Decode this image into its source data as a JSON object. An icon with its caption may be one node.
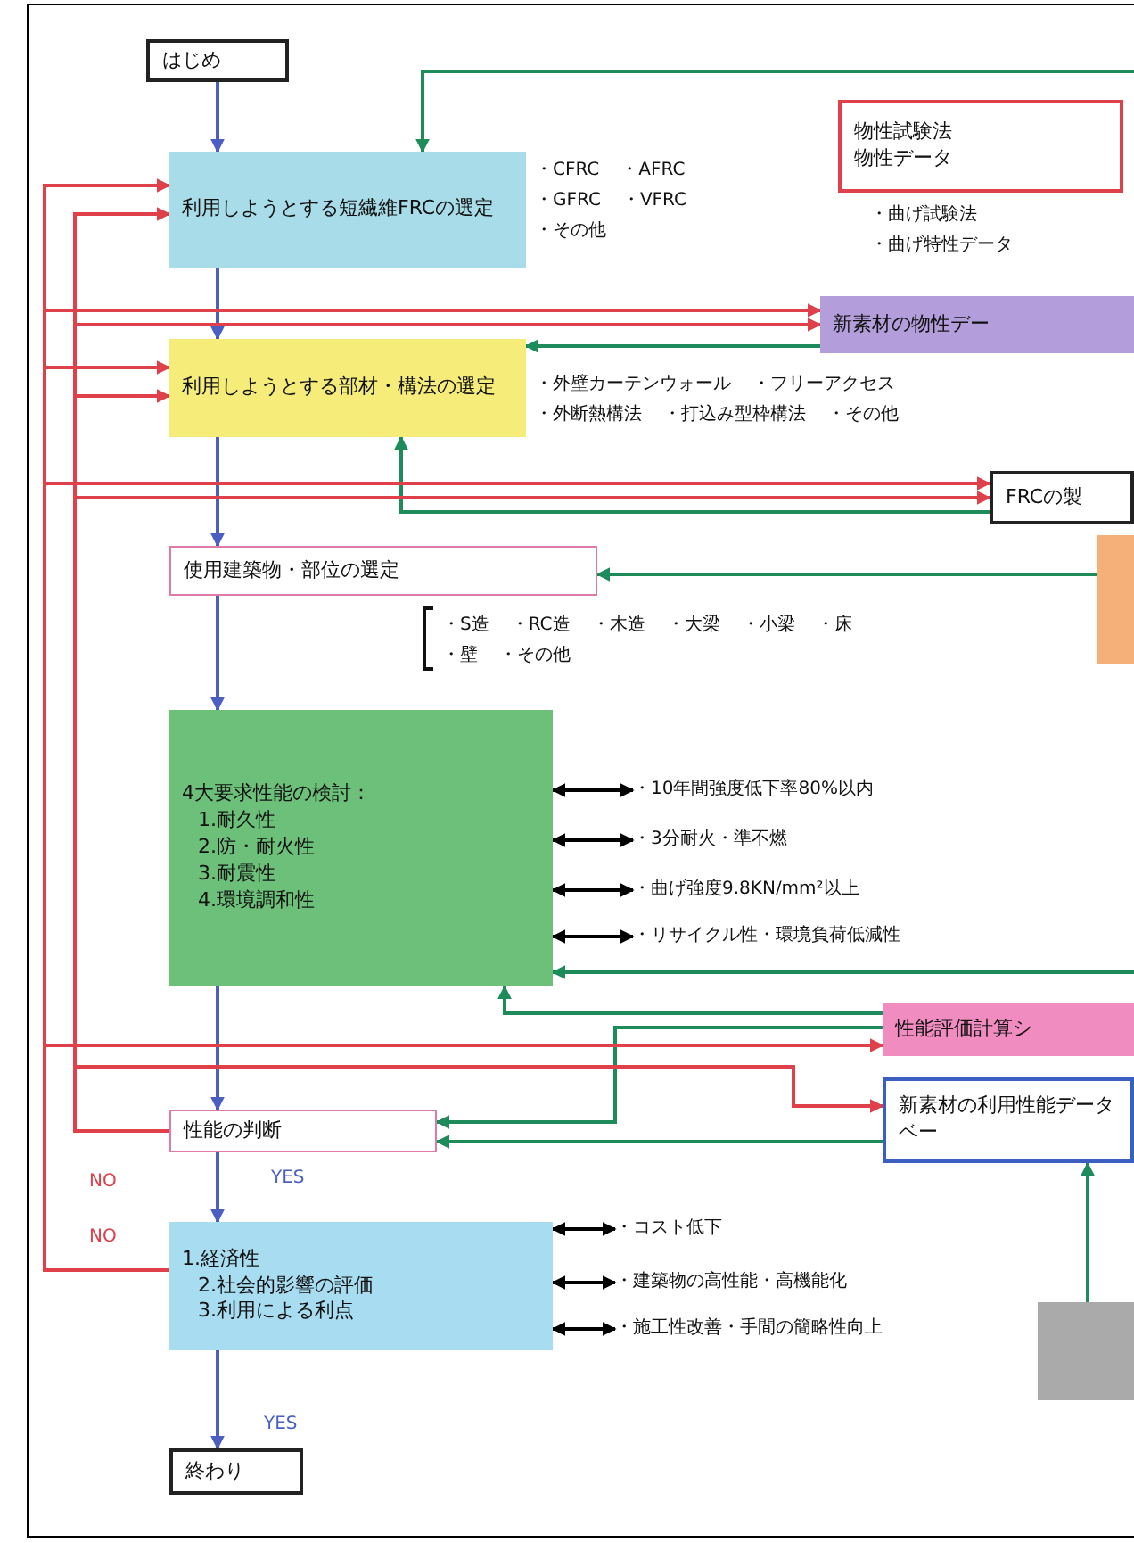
{
  "diagram": {
    "nodes": [
      {
        "text": [
          "はじめ"
        ]
      },
      {
        "text": [
          "利用しようとする短繊維FRCの選定"
        ],
        "beside": [
          "・CFRC",
          "・AFRC",
          "・GFRC",
          "・VFRC",
          "・その他"
        ]
      },
      {
        "text": [
          "物性試験法",
          "物性データ"
        ],
        "beside": [
          "・曲げ試験法",
          "・曲げ特性データ"
        ]
      },
      {
        "text": [
          "新素材の物性デー"
        ]
      },
      {
        "text": [
          "利用しようとする部材・構法の選定"
        ],
        "beside": [
          "・外壁カーテンウォール",
          "・フリーアクセス",
          "・外断熱構法",
          "・打込み型枠構法",
          "・その他"
        ]
      },
      {
        "text": [
          "FRCの製"
        ]
      },
      {
        "text": [
          "使用建築物・部位の選定"
        ],
        "beside": [
          "・S造",
          "・RC造",
          "・木造",
          "・大梁",
          "・小梁",
          "・床",
          "・壁",
          "・その他"
        ]
      },
      {
        "text": [],
        "shape": "box"
      },
      {
        "text": [
          "4大要求性能の検討：",
          "1.耐久性",
          "2.防・耐火性",
          "3.耐震性",
          "4.環境調和性"
        ]
      },
      {
        "text": [
          "・10年間強度低下率80%以内"
        ]
      },
      {
        "text": [
          "・3分耐火・準不燃"
        ]
      },
      {
        "text": [
          "・曲げ強度9.8KN/mm²以上"
        ]
      },
      {
        "text": [
          "・リサイクル性・環境負荷低減性"
        ]
      },
      {
        "text": [
          "性能評価計算シ"
        ]
      },
      {
        "text": [
          "新素材の利用性能データベー"
        ]
      },
      {
        "text": [
          "性能の判断"
        ]
      },
      {
        "text": [
          "1.経済性",
          "2.社会的影響の評価",
          "3.利用による利点"
        ]
      },
      {
        "text": [
          "・コスト低下"
        ]
      },
      {
        "text": [
          "・建築物の高性能・高機能化"
        ]
      },
      {
        "text": [
          "・施工性改善・手間の簡略性向上"
        ]
      },
      {
        "text": [],
        "shape": "box"
      },
      {
        "text": [
          "終わり"
        ]
      }
    ],
    "edges": [
      {
        "from": 0,
        "to": 1,
        "arrow": "to",
        "color": "#4a5fc1"
      },
      {
        "from": 1,
        "to": 4,
        "arrow": "to",
        "color": "#4a5fc1"
      },
      {
        "from": 4,
        "to": 6,
        "arrow": "to",
        "color": "#4a5fc1"
      },
      {
        "from": 6,
        "to": 8,
        "arrow": "to",
        "color": "#4a5fc1"
      },
      {
        "from": 8,
        "to": 15,
        "arrow": "to",
        "color": "#4a5fc1"
      },
      {
        "from": 15,
        "to": 16,
        "arrow": "to",
        "label": "YES",
        "color": "#4a5fc1"
      },
      {
        "from": 16,
        "to": 21,
        "arrow": "to",
        "label": "YES",
        "color": "#4a5fc1"
      },
      {
        "from": null,
        "to": 1,
        "arrow": "to",
        "color": "#1e8c5a"
      },
      {
        "from": 3,
        "to": 4,
        "arrow": "to",
        "color": "#1e8c5a"
      },
      {
        "from": 5,
        "to": 4,
        "arrow": "to",
        "color": "#1e8c5a"
      },
      {
        "from": 7,
        "to": 6,
        "arrow": "to",
        "color": "#1e8c5a"
      },
      {
        "from": null,
        "to": 8,
        "arrow": "to",
        "color": "#1e8c5a"
      },
      {
        "from": 13,
        "to": 8,
        "arrow": "to",
        "color": "#1e8c5a"
      },
      {
        "from": 13,
        "to": 15,
        "arrow": "to",
        "color": "#1e8c5a"
      },
      {
        "from": 14,
        "to": 15,
        "arrow": "to",
        "color": "#1e8c5a"
      },
      {
        "from": 20,
        "to": 14,
        "arrow": "to",
        "color": "#1e8c5a"
      },
      {
        "from": 8,
        "to": 9,
        "arrow": "both",
        "color": "#000000"
      },
      {
        "from": 8,
        "to": 10,
        "arrow": "both",
        "color": "#000000"
      },
      {
        "from": 8,
        "to": 11,
        "arrow": "both",
        "color": "#000000"
      },
      {
        "from": 8,
        "to": 12,
        "arrow": "both",
        "color": "#000000"
      },
      {
        "from": 16,
        "to": 17,
        "arrow": "both",
        "color": "#000000"
      },
      {
        "from": 16,
        "to": 18,
        "arrow": "both",
        "color": "#000000"
      },
      {
        "from": 16,
        "to": 19,
        "arrow": "both",
        "color": "#000000"
      },
      {
        "from": 15,
        "to": 1,
        "arrow": "to",
        "label": "NO",
        "color": "#e0404a"
      },
      {
        "from": 15,
        "to": 4,
        "arrow": "to",
        "color": "#e0404a"
      },
      {
        "from": 15,
        "to": 3,
        "arrow": "to",
        "color": "#e0404a"
      },
      {
        "from": 15,
        "to": 5,
        "arrow": "to",
        "color": "#e0404a"
      },
      {
        "from": 15,
        "to": 14,
        "arrow": "to",
        "color": "#e0404a"
      },
      {
        "from": 16,
        "to": 1,
        "arrow": "to",
        "label": "NO",
        "color": "#e0404a"
      },
      {
        "from": 16,
        "to": 4,
        "arrow": "to",
        "color": "#e0404a"
      },
      {
        "from": 16,
        "to": 3,
        "arrow": "to",
        "color": "#e0404a"
      },
      {
        "from": 16,
        "to": 5,
        "arrow": "to",
        "color": "#e0404a"
      },
      {
        "from": 16,
        "to": 13,
        "arrow": "to",
        "color": "#e0404a"
      }
    ]
  }
}
